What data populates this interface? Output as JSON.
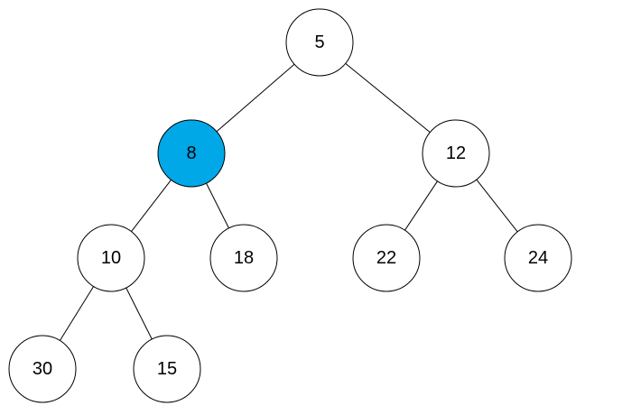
{
  "colors": {
    "node_fill": "#ffffff",
    "highlight_fill": "#00a8e8",
    "stroke": "#000000"
  },
  "tree": {
    "nodes": [
      {
        "id": "n5",
        "label": "5",
        "highlighted": false
      },
      {
        "id": "n8",
        "label": "8",
        "highlighted": true
      },
      {
        "id": "n12",
        "label": "12",
        "highlighted": false
      },
      {
        "id": "n10",
        "label": "10",
        "highlighted": false
      },
      {
        "id": "n18",
        "label": "18",
        "highlighted": false
      },
      {
        "id": "n22",
        "label": "22",
        "highlighted": false
      },
      {
        "id": "n24",
        "label": "24",
        "highlighted": false
      },
      {
        "id": "n30",
        "label": "30",
        "highlighted": false
      },
      {
        "id": "n15",
        "label": "15",
        "highlighted": false
      }
    ],
    "edges": [
      {
        "from": "n5",
        "to": "n8"
      },
      {
        "from": "n5",
        "to": "n12"
      },
      {
        "from": "n8",
        "to": "n10"
      },
      {
        "from": "n8",
        "to": "n18"
      },
      {
        "from": "n12",
        "to": "n22"
      },
      {
        "from": "n12",
        "to": "n24"
      },
      {
        "from": "n10",
        "to": "n30"
      },
      {
        "from": "n10",
        "to": "n15"
      }
    ]
  }
}
